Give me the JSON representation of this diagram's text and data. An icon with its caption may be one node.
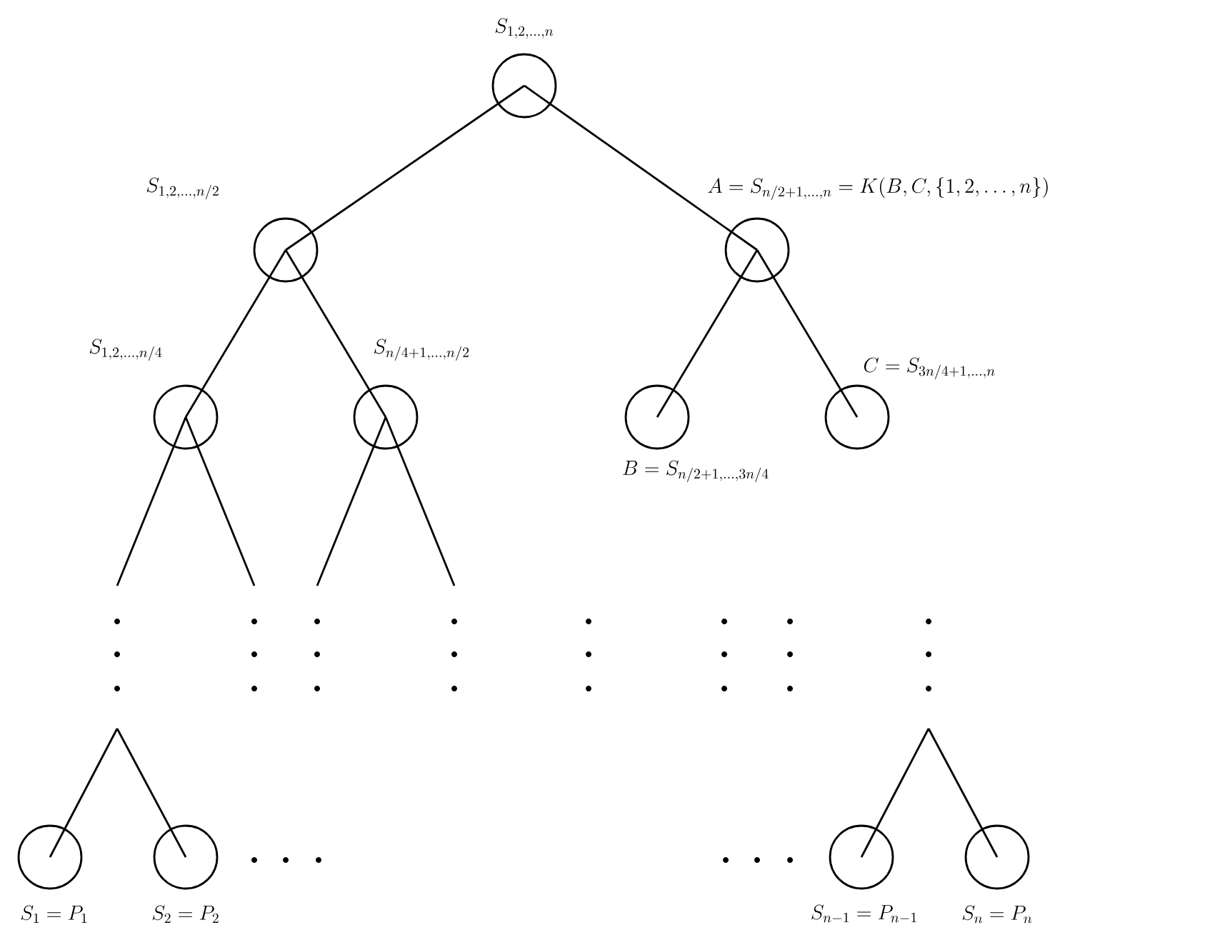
{
  "diagram": {
    "nodes": [
      {
        "text": [],
        "shape": "circle",
        "beside": [
          "S_{1,2,\\ldots,n}"
        ]
      },
      {
        "text": [],
        "shape": "circle",
        "beside": [
          "S_{1,2,\\ldots,n/2}"
        ]
      },
      {
        "text": [],
        "shape": "circle",
        "beside": [
          "A = S_{n/2+1,\\ldots,n} = K(B, C, \\{1, 2, \\ldots, n\\})"
        ]
      },
      {
        "text": [],
        "shape": "circle",
        "beside": [
          "S_{1,2,\\ldots,n/4}"
        ]
      },
      {
        "text": [],
        "shape": "circle",
        "beside": [
          "S_{n/4+1,\\ldots,n/2}"
        ]
      },
      {
        "text": [],
        "shape": "circle",
        "beside": [
          "B = S_{n/2+1,\\ldots,3n/4}"
        ]
      },
      {
        "text": [],
        "shape": "circle",
        "beside": [
          "C = S_{3n/4+1,\\ldots,n}"
        ]
      },
      {
        "text": [],
        "shape": "circle",
        "beside": [
          "S_1 = P_1"
        ]
      },
      {
        "text": [],
        "shape": "circle",
        "beside": [
          "S_2 = P_2"
        ]
      },
      {
        "text": [],
        "shape": "circle",
        "beside": [
          "S_{n-1} = P_{n-1}"
        ]
      },
      {
        "text": [],
        "shape": "circle",
        "beside": [
          "S_n = P_n"
        ]
      }
    ],
    "edges": [
      {
        "from": 0,
        "to": 1,
        "arrow": "none"
      },
      {
        "from": 0,
        "to": 2,
        "arrow": "none"
      },
      {
        "from": 1,
        "to": 3,
        "arrow": "none"
      },
      {
        "from": 1,
        "to": 4,
        "arrow": "none"
      },
      {
        "from": 2,
        "to": 5,
        "arrow": "none"
      },
      {
        "from": 2,
        "to": 6,
        "arrow": "none"
      },
      {
        "from": 3,
        "to": null,
        "arrow": "none"
      },
      {
        "from": 3,
        "to": null,
        "arrow": "none"
      },
      {
        "from": 4,
        "to": null,
        "arrow": "none"
      },
      {
        "from": 4,
        "to": null,
        "arrow": "none"
      },
      {
        "from": null,
        "to": 7,
        "arrow": "none"
      },
      {
        "from": null,
        "to": 8,
        "arrow": "none"
      },
      {
        "from": null,
        "to": 9,
        "arrow": "none"
      },
      {
        "from": null,
        "to": 10,
        "arrow": "none"
      }
    ]
  }
}
